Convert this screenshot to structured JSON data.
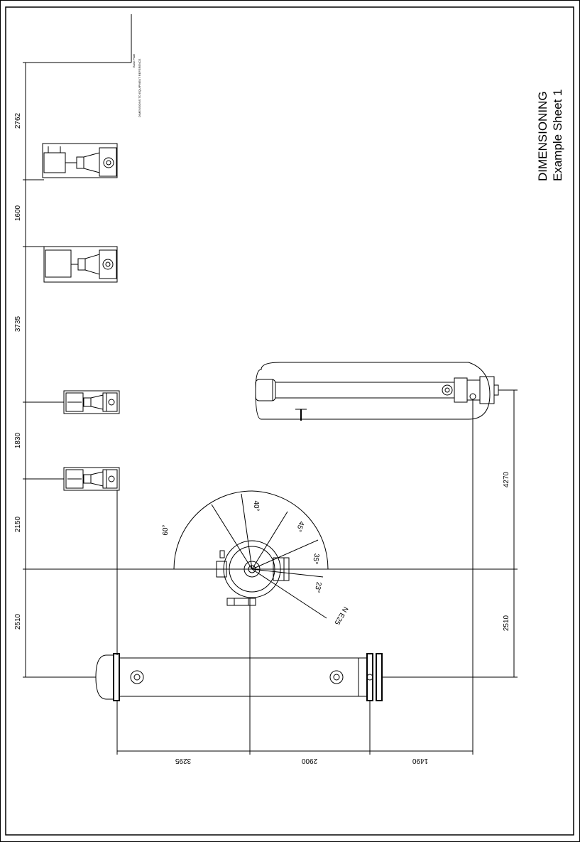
{
  "title": {
    "line1": "DIMENSIONING",
    "line2": "Example Sheet 1"
  },
  "note": {
    "line1": "Base Plate",
    "line2": "DIMENSIONS TO EQUIPMENT REFERENCE"
  },
  "dims_left": [
    "2510",
    "2150",
    "1830",
    "3735",
    "1600",
    "2762"
  ],
  "dims_right": [
    "2510",
    "4270"
  ],
  "dims_bottom": [
    "3295",
    "2900",
    "1490"
  ],
  "angles": [
    "60°",
    "40°",
    "45°",
    "35°",
    "23°"
  ],
  "nozzle": "N E25"
}
